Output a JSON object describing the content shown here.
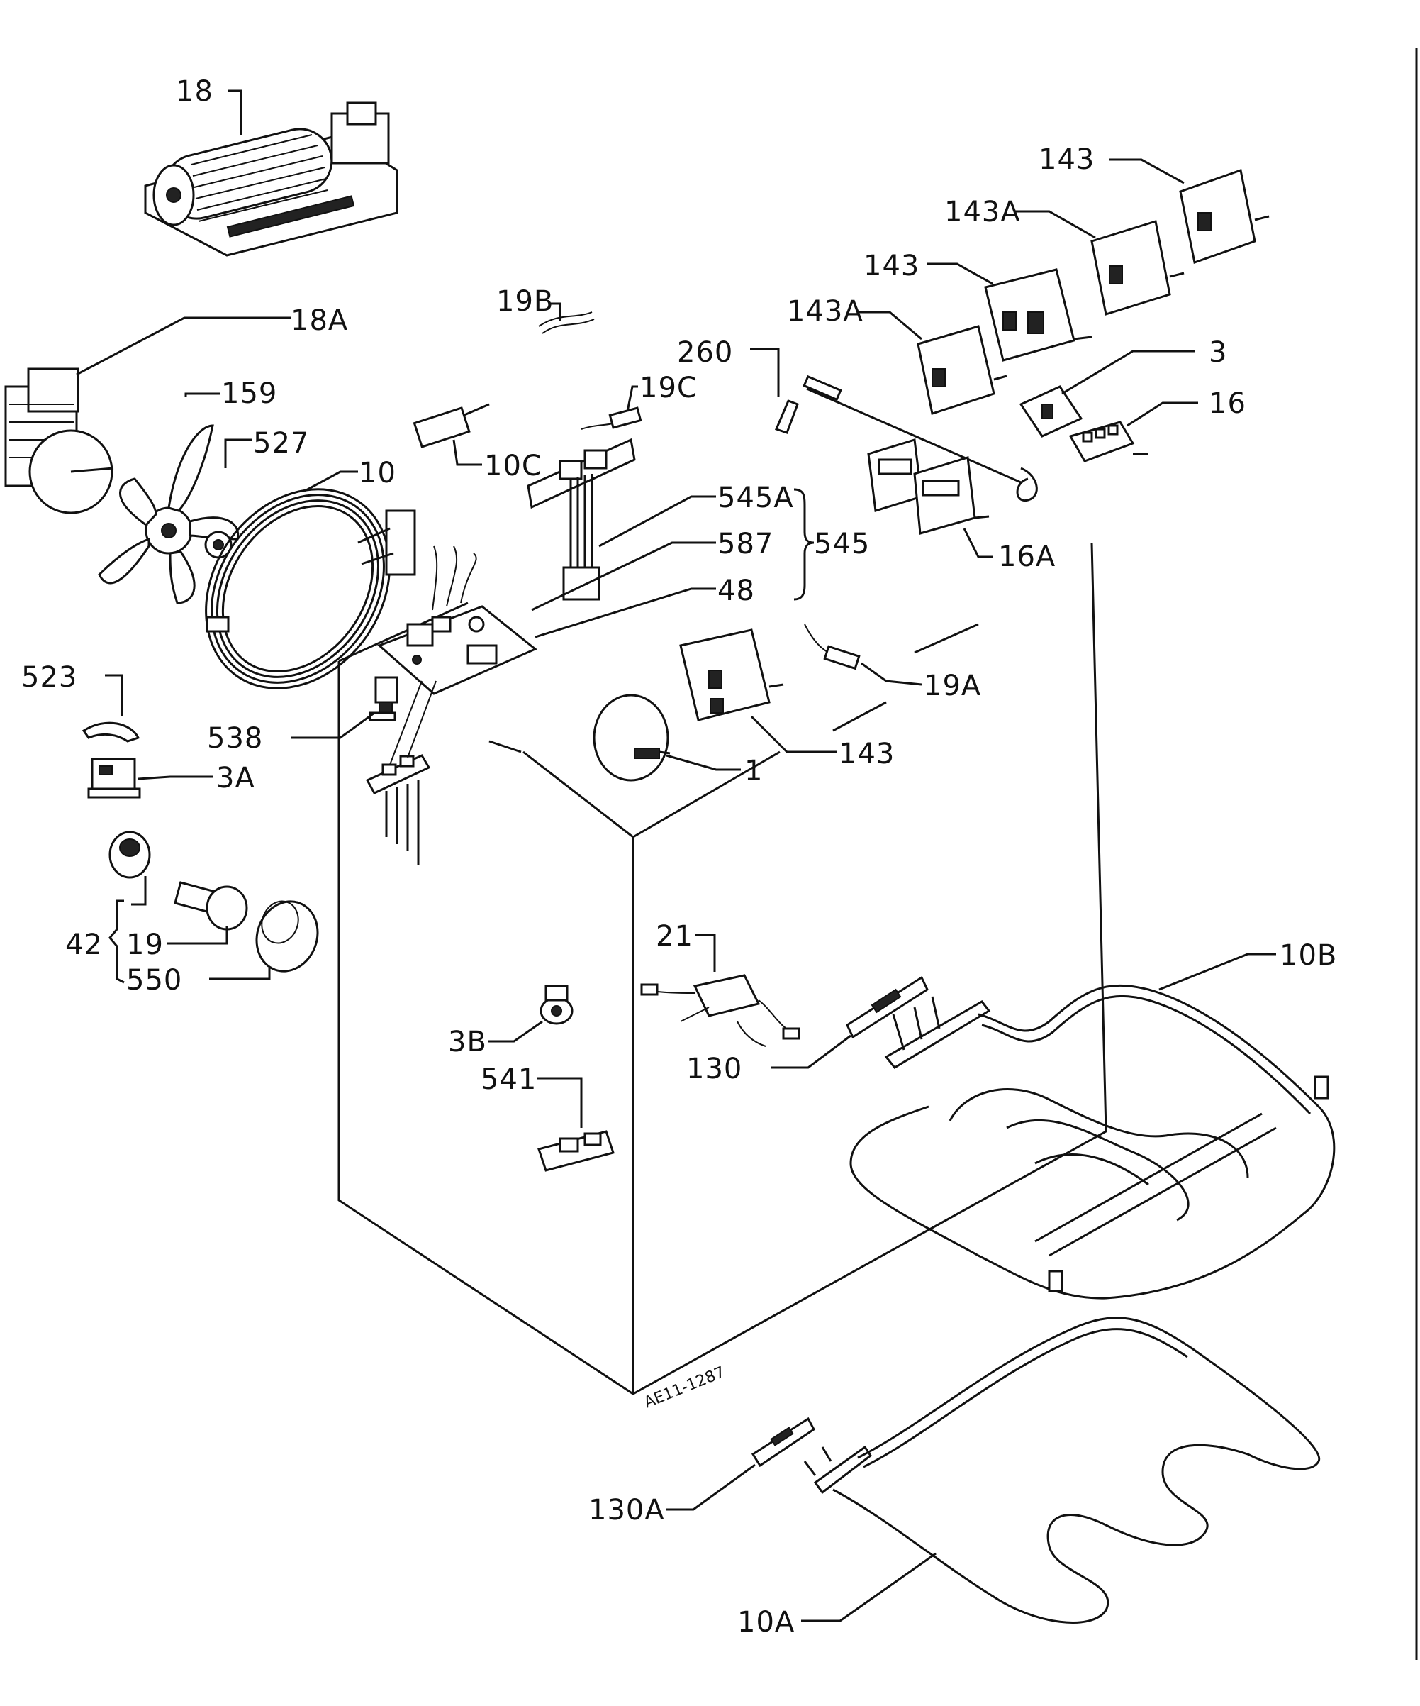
{
  "document_code": "AE11-1287",
  "labels": {
    "p18": "18",
    "p18a": "18A",
    "p159": "159",
    "p527": "527",
    "p10": "10",
    "p10c": "10C",
    "p19b": "19B",
    "p19c": "19C",
    "p260": "260",
    "p143_top": "143",
    "p143a_top": "143A",
    "p143_mid": "143",
    "p143a_mid": "143A",
    "p3": "3",
    "p16": "16",
    "p16a": "16A",
    "p545a": "545A",
    "p587": "587",
    "p545": "545",
    "p48": "48",
    "p523": "523",
    "p538": "538",
    "p3a": "3A",
    "p19a": "19A",
    "p143_low": "143",
    "p1": "1",
    "p42": "42",
    "p19": "19",
    "p550": "550",
    "p21": "21",
    "p10b": "10B",
    "p3b": "3B",
    "p130": "130",
    "p541": "541",
    "p130a": "130A",
    "p10a": "10A"
  }
}
